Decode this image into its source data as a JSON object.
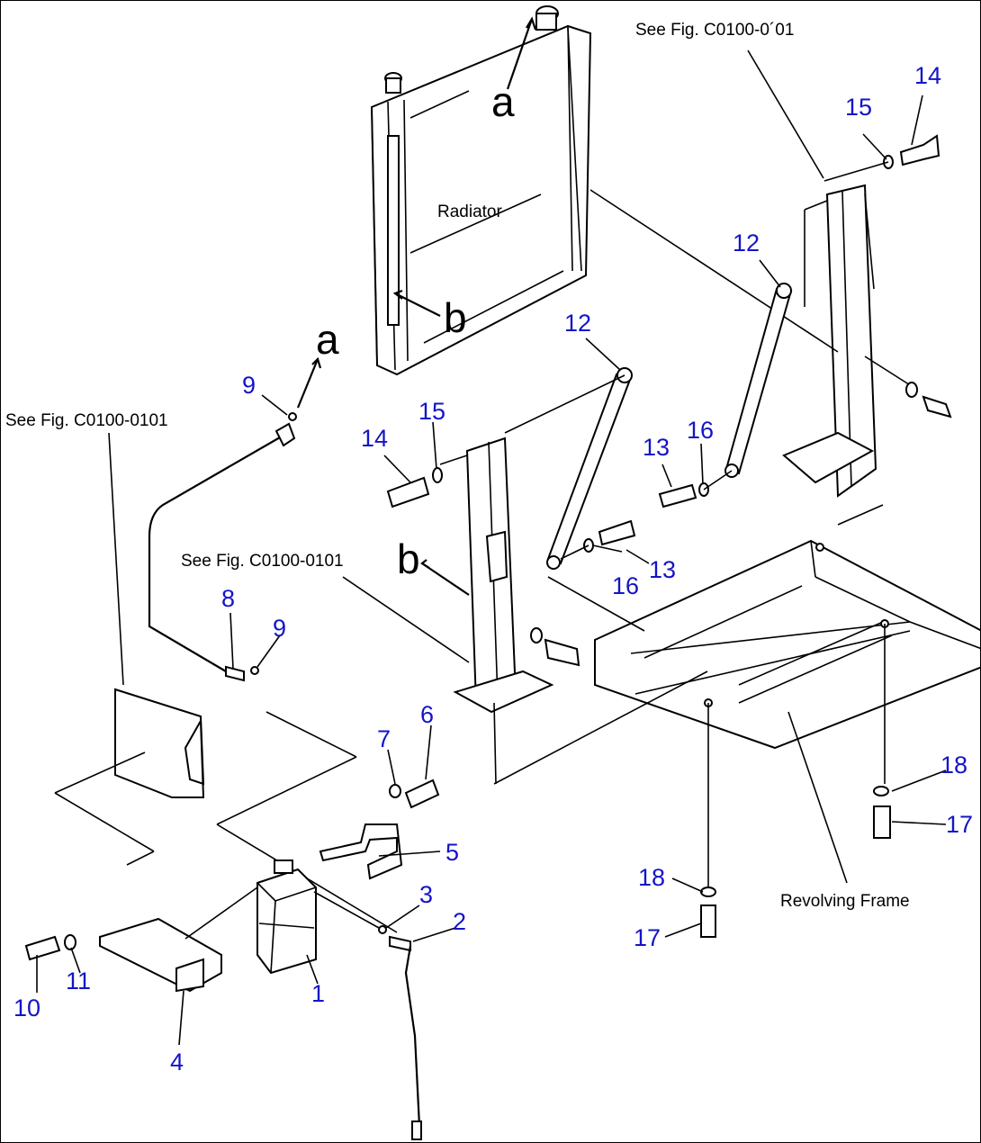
{
  "diagram": {
    "labels": {
      "radiator": "Radiator",
      "revolving_frame": "Revolving Frame",
      "see_fig_top": "See Fig. C0100-0´01",
      "see_fig_left": "See Fig. C0100-0101",
      "see_fig_mid": "See Fig. C0100-0101",
      "ref_a_top": "a",
      "ref_a_left": "a",
      "ref_b_radiator": "b",
      "ref_b_bracket": "b"
    },
    "callouts": [
      "1",
      "2",
      "3",
      "4",
      "5",
      "6",
      "7",
      "8",
      "9",
      "9",
      "10",
      "11",
      "12",
      "12",
      "13",
      "13",
      "14",
      "14",
      "15",
      "15",
      "16",
      "16",
      "17",
      "17",
      "18",
      "18"
    ],
    "colors": {
      "callout": "#1414c8",
      "line": "#000000"
    }
  }
}
